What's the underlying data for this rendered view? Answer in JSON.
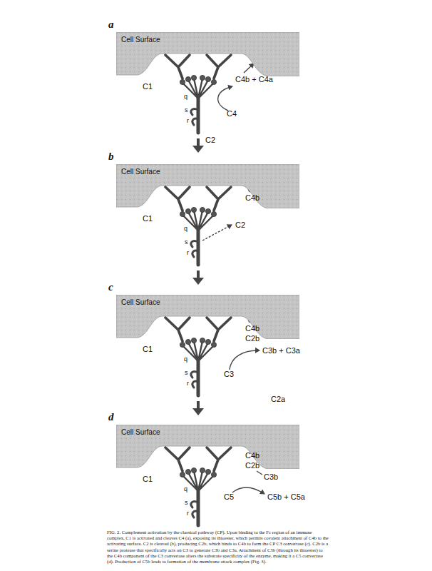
{
  "diagram": {
    "caption": "FIG. 2. Complement activation by the classical pathway (CP). Upon binding to the Fc region of an immune complex, C1 is activated and cleaves C4 (a), exposing its thioester, which permits covalent attachment of C4b to the activating surface. C2 is cleaved (b), producing C2b, which binds to C4b to form the CP C3 convertase (c). C2b is a serine protease that specifically acts on C3 to generate C3b and C3a. Attachment of C3b (through its thioester) to the C4b component of the C3 convertase alters the substrate specificity of the enzyme, making it a C5 convertase (d). Production of C5b leads to formation of the membrane attack complex (Fig. 3).",
    "nodes": [
      {
        "text": [
          "Cell Surface"
        ]
      },
      {
        "text": [
          "Cell Surface"
        ]
      },
      {
        "text": [
          "Cell Surface"
        ]
      },
      {
        "text": [
          "Cell Surface"
        ]
      }
    ],
    "labels": [
      "a",
      "C1",
      "q",
      "s",
      "r",
      "C4b + C4a",
      "C4",
      "C2",
      "b",
      "C1",
      "q",
      "s",
      "r",
      "C4b",
      "C2",
      "c",
      "C1",
      "q",
      "s",
      "r",
      "C4b",
      "C2b",
      "C3b + C3a",
      "C3",
      "C2a",
      "d",
      "C1",
      "q",
      "s",
      "r",
      "C4b",
      "C2b",
      "C3b",
      "C5",
      "C5b + C5a"
    ]
  }
}
